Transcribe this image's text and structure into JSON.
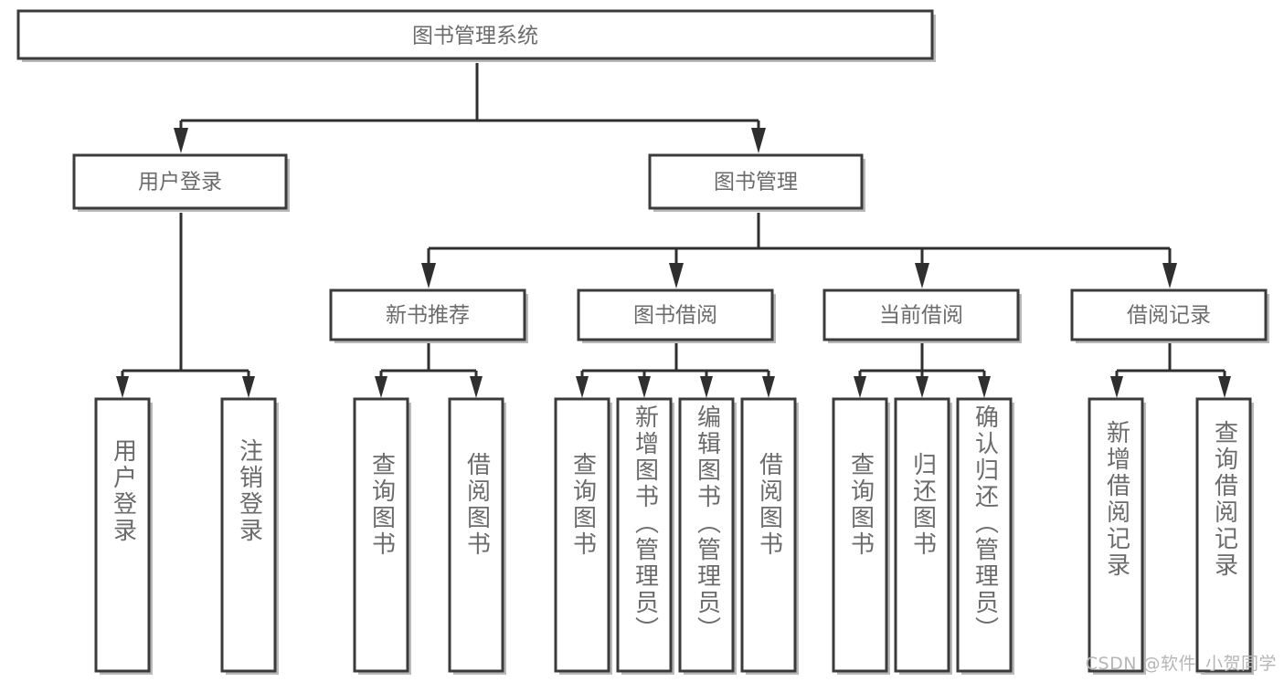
{
  "diagram": {
    "title": "图书管理系统",
    "type": "tree-hierarchy",
    "watermark": "CSDN @软件_小贺同学",
    "colors": {
      "box_stroke": "#3b3b3b",
      "connector": "#2f2f2f",
      "text": "#6b6b6b",
      "background": "#ffffff",
      "watermark": "#b6b6b6"
    },
    "root": {
      "label": "图书管理系统"
    },
    "level2": [
      {
        "label": "用户登录"
      },
      {
        "label": "图书管理"
      }
    ],
    "level3": [
      {
        "label": "新书推荐"
      },
      {
        "label": "图书借阅"
      },
      {
        "label": "当前借阅"
      },
      {
        "label": "借阅记录"
      }
    ],
    "leaves": {
      "user_login": [
        {
          "label": "用户登录"
        },
        {
          "label": "注销登录"
        }
      ],
      "new_book_recommend": [
        {
          "label": "查询图书"
        },
        {
          "label": "借阅图书"
        }
      ],
      "book_borrow": [
        {
          "label": "查询图书"
        },
        {
          "label": "新增图书（管理员）"
        },
        {
          "label": "编辑图书（管理员）"
        },
        {
          "label": "借阅图书"
        }
      ],
      "current_borrow": [
        {
          "label": "查询图书"
        },
        {
          "label": "归还图书"
        },
        {
          "label": "确认归还（管理员）"
        }
      ],
      "borrow_records": [
        {
          "label": "新增借阅记录"
        },
        {
          "label": "查询借阅记录"
        }
      ]
    }
  }
}
